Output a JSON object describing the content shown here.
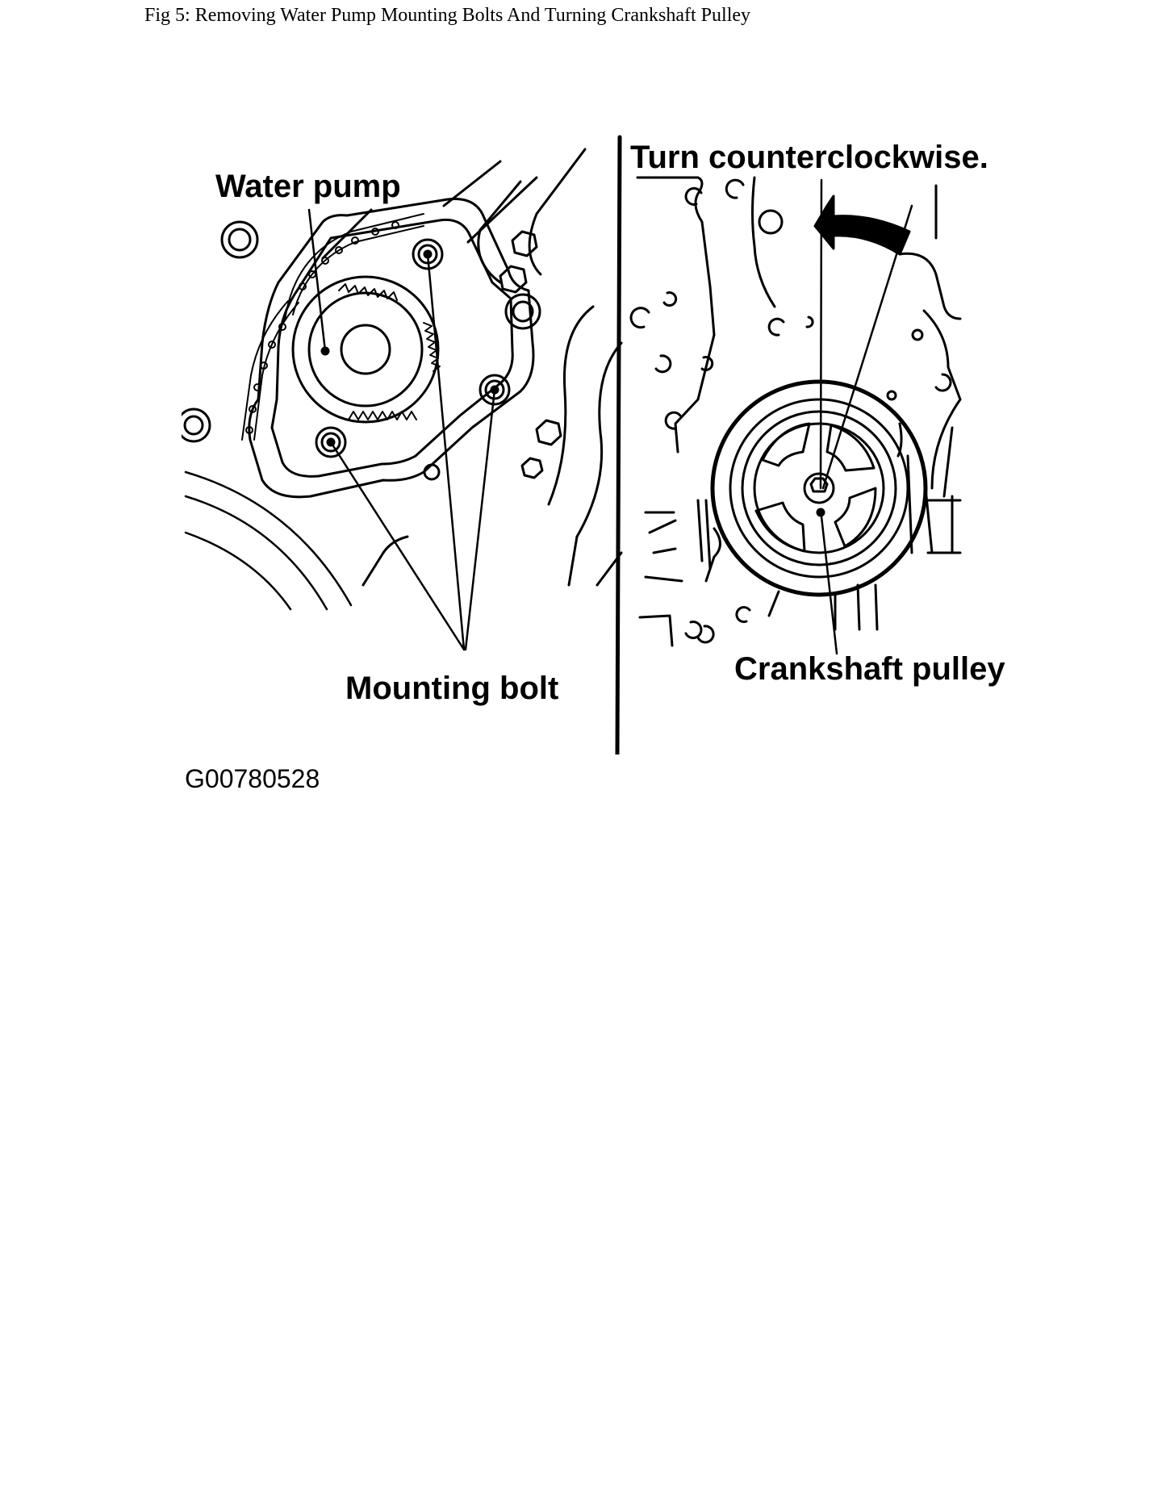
{
  "caption": "Fig 5: Removing Water Pump Mounting Bolts And Turning Crankshaft Pulley",
  "figure": {
    "labels": {
      "water_pump": "Water pump",
      "mounting_bolt": "Mounting bolt",
      "turn_direction": "Turn counterclockwise.",
      "crankshaft_pulley": "Crankshaft pulley"
    },
    "code": "G00780528"
  },
  "colors": {
    "ink": "#000000",
    "background": "#ffffff"
  }
}
